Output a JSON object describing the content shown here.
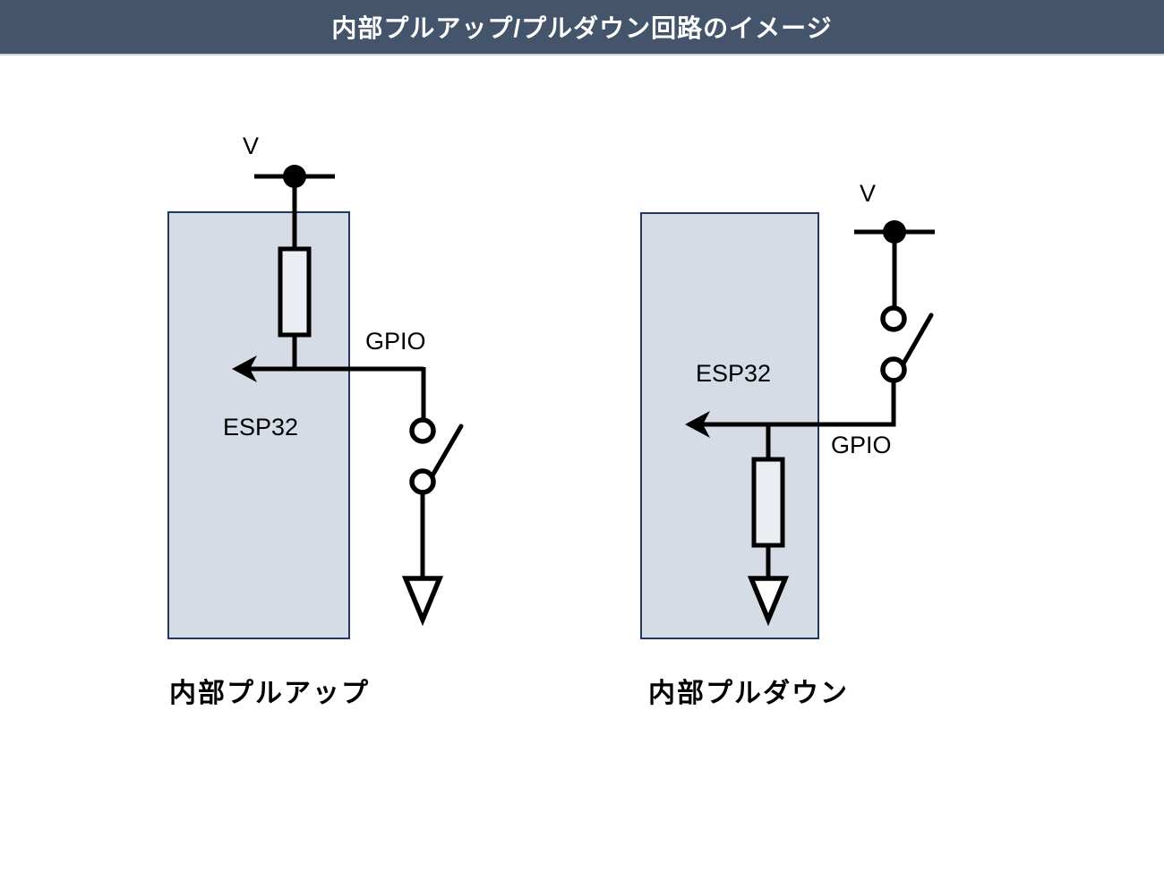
{
  "header": {
    "title": "内部プルアップ/プルダウン回路のイメージ"
  },
  "colors": {
    "page_bg": "#FFFFFF",
    "header_bg": "#44546A",
    "header_text": "#FFFFFF",
    "chip_fill": "#D6DCE5",
    "chip_border": "#203864",
    "wire": "#000000",
    "resistor_fill": "#EAEDF2"
  },
  "pullup": {
    "voltage_label": "V",
    "gpio_label": "GPIO",
    "chip_label": "ESP32",
    "caption": "内部プルアップ"
  },
  "pulldown": {
    "voltage_label": "V",
    "gpio_label": "GPIO",
    "chip_label": "ESP32",
    "caption": "内部プルダウン"
  }
}
